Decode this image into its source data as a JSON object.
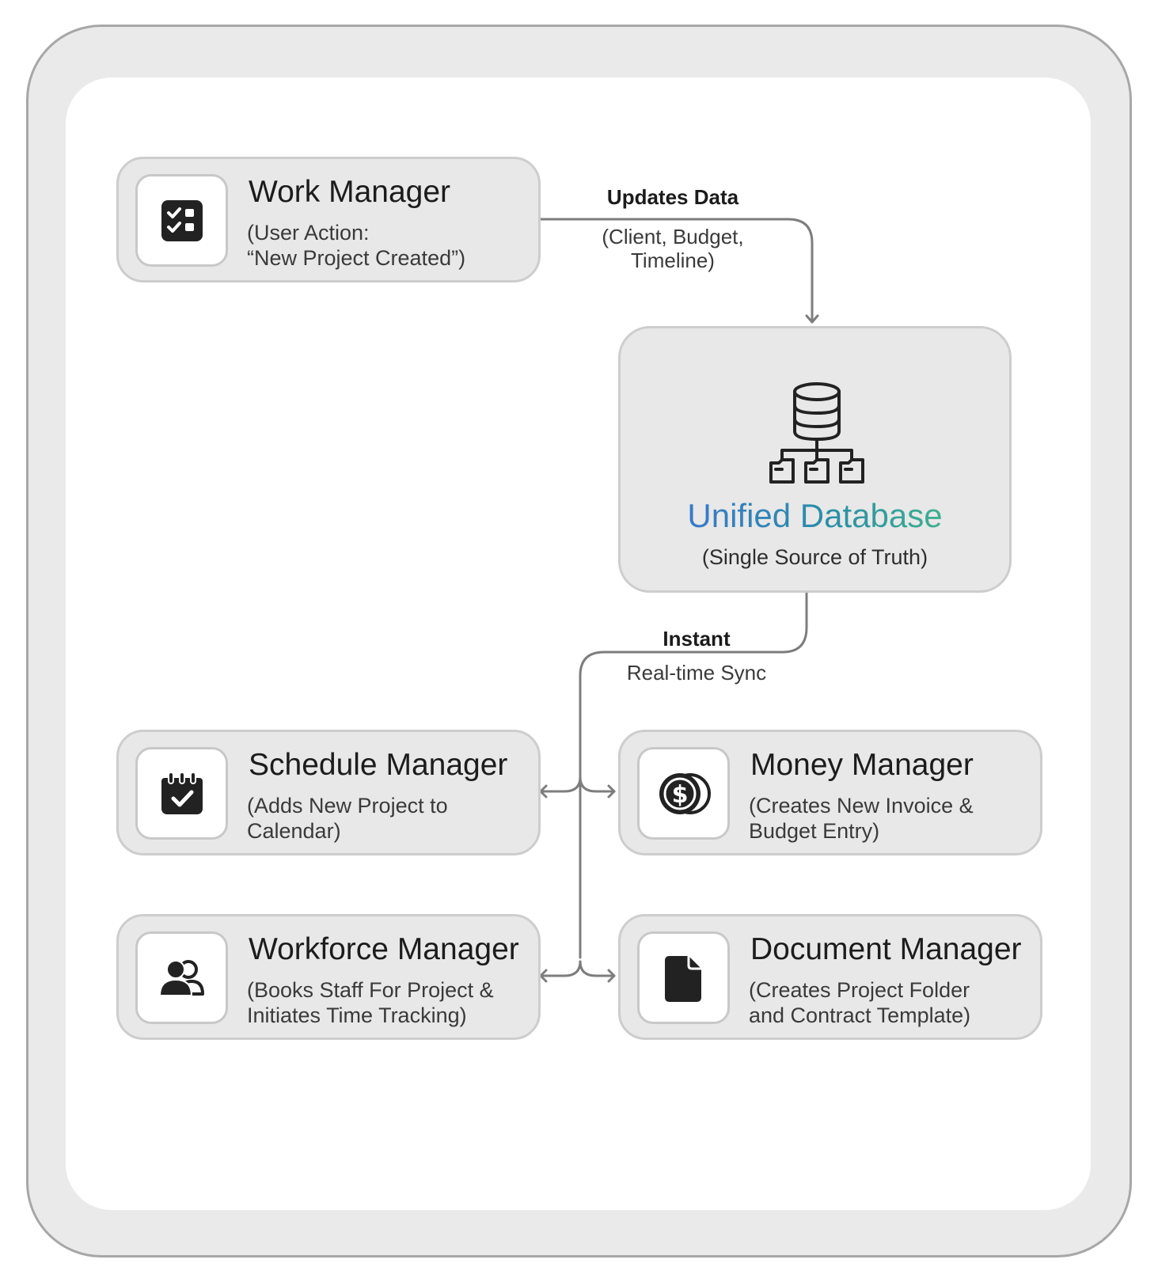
{
  "work_manager": {
    "title": "Work Manager",
    "subtitle": "(User Action:\n“New Project Created”)",
    "icon": "checklist-icon"
  },
  "edge_updates": {
    "bold": "Updates Data",
    "detail": "(Client, Budget,\nTimeline)"
  },
  "database": {
    "title": "Unified Database",
    "subtitle": "(Single Source of Truth)",
    "icon": "database-network-icon",
    "gradient": [
      "#3f6fd8",
      "#2a8fa6",
      "#4cc481"
    ]
  },
  "edge_sync": {
    "bold": "Instant",
    "detail": "Real-time Sync"
  },
  "schedule_manager": {
    "title": "Schedule Manager",
    "subtitle": "(Adds New Project to\nCalendar)",
    "icon": "calendar-check-icon"
  },
  "money_manager": {
    "title": "Money Manager",
    "subtitle": "(Creates New Invoice &\nBudget Entry)",
    "icon": "coins-dollar-icon"
  },
  "workforce_manager": {
    "title": "Workforce Manager",
    "subtitle": "(Books Staff For Project &\nInitiates Time Tracking)",
    "icon": "users-icon"
  },
  "document_manager": {
    "title": "Document Manager",
    "subtitle": "(Creates Project Folder\nand Contract Template)",
    "icon": "document-icon"
  }
}
